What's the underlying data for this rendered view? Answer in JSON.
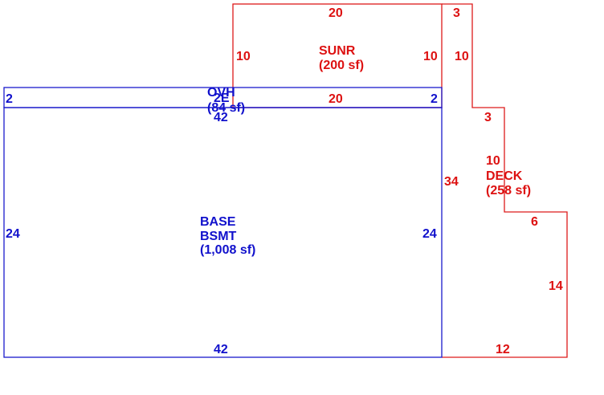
{
  "colors": {
    "blue": "#1111cc",
    "red": "#dd1111"
  },
  "areas": {
    "base": {
      "line1": "BASE",
      "line2": "BSMT",
      "line3": "(1,008 sf)"
    },
    "ovh": {
      "line1": "OVH",
      "line2": "(84 sf)",
      "overlap_text": "2E"
    },
    "sunr": {
      "line1": "SUNR",
      "line2": "(200 sf)"
    },
    "deck": {
      "line1": "DECK",
      "line2": "(258 sf)"
    }
  },
  "dimensions": {
    "base_left": "24",
    "base_right": "24",
    "base_top": "42",
    "base_bottom": "42",
    "ovh_left": "2",
    "ovh_right": "2",
    "ovh_bottom": "20",
    "sunr_top": "20",
    "sunr_left": "10",
    "sunr_right": "10",
    "deck_top": "3",
    "deck_upper_right": "10",
    "deck_step1": "3",
    "deck_middle_right": "10",
    "deck_step2": "6",
    "deck_lower_right": "14",
    "deck_bottom": "12",
    "deck_left": "34"
  }
}
